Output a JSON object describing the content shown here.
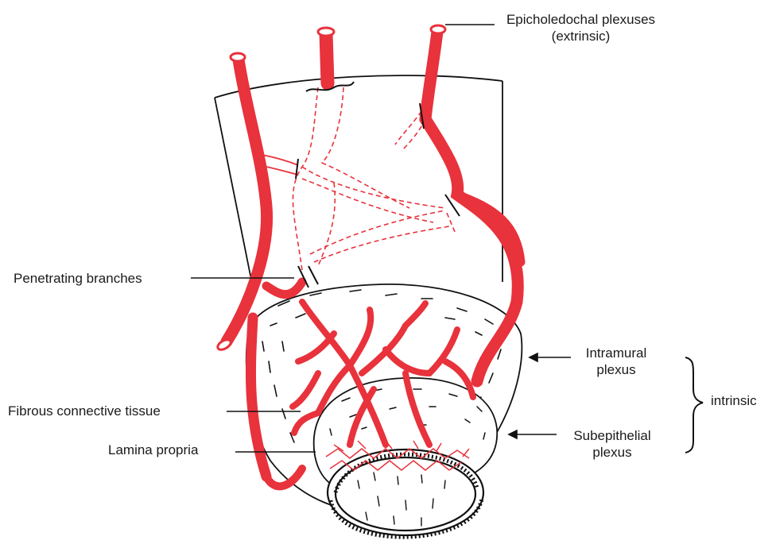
{
  "labels": {
    "epicholedochal_line1": "Epicholedochal plexuses",
    "epicholedochal_line2": "(extrinsic)",
    "penetrating": "Penetrating branches",
    "intramural_line1": "Intramural",
    "intramural_line2": "plexus",
    "intrinsic": "intrinsic",
    "fibrous": "Fibrous connective tissue",
    "lamina": "Lamina propria",
    "subepithelial_line1": "Subepithelial",
    "subepithelial_line2": "plexus"
  },
  "colors": {
    "vessel": "#e8323c",
    "outline": "#111111",
    "dash": "#e8323c"
  }
}
